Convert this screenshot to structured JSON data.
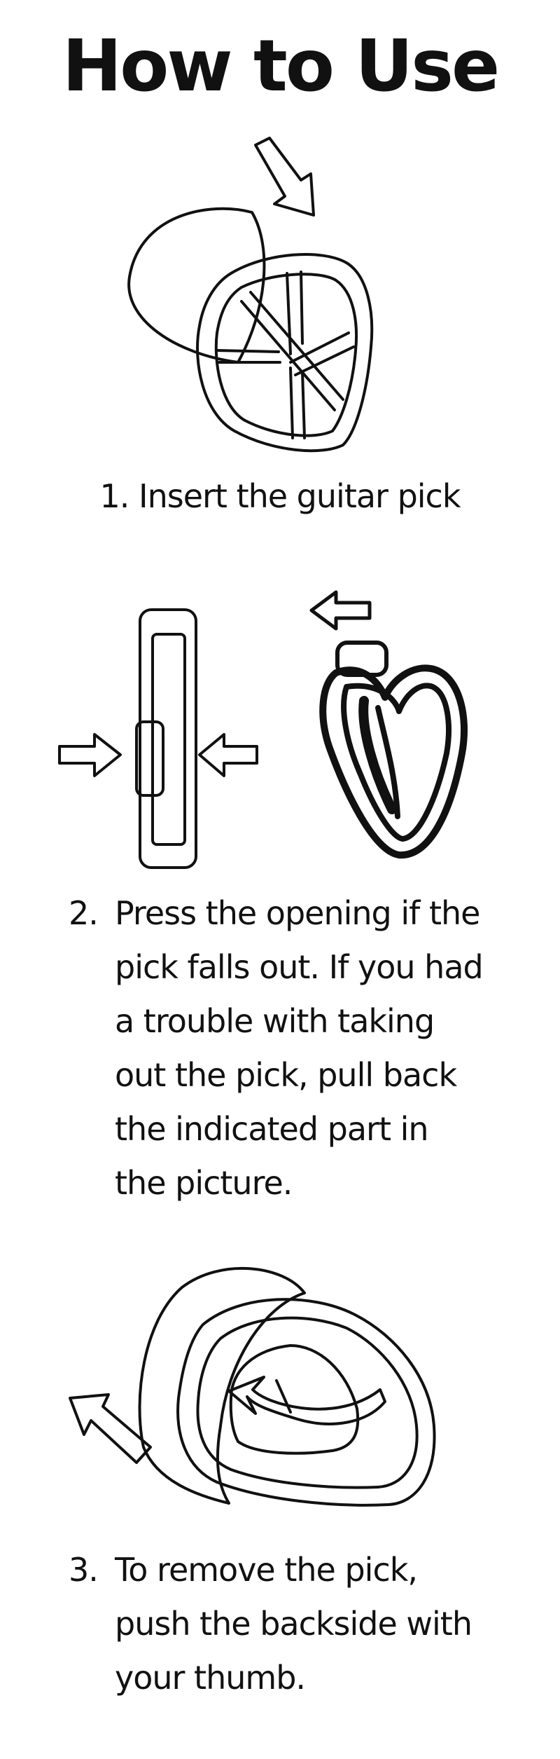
{
  "title": "How to Use",
  "steps": [
    {
      "lines": [
        "1. Insert the guitar pick"
      ],
      "illustration": "pick-insert-illustration"
    },
    {
      "number": "2.",
      "lines": [
        "Press the opening if the",
        "pick falls out. If you had",
        "a trouble with taking",
        "out the pick, pull back",
        "the indicated part in",
        "the picture."
      ],
      "illustrations": [
        "holder-press-illustration",
        "holder-pullback-illustration"
      ]
    },
    {
      "number": "3.",
      "lines": [
        "To remove the pick,",
        "push the backside with",
        "your thumb."
      ],
      "illustration": "pick-remove-illustration"
    }
  ],
  "colors": {
    "ink": "#111111",
    "background": "#ffffff"
  }
}
